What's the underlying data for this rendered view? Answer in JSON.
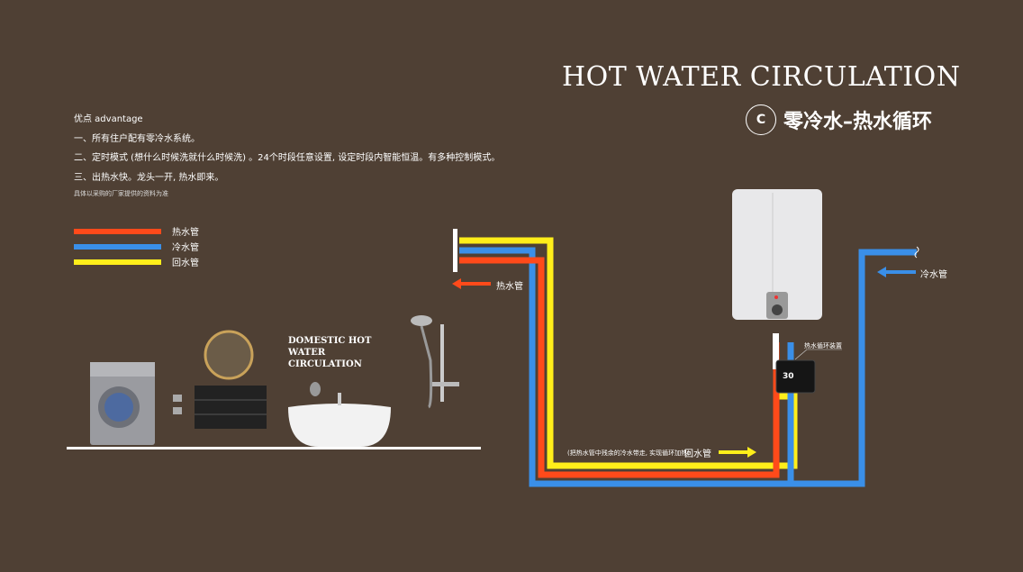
{
  "header": {
    "title": "HOT WATER CIRCULATION",
    "subtitle": "零冷水–热水循环",
    "logo_letter": "C"
  },
  "advantages": {
    "heading": "优点 advantage",
    "items": [
      "一、所有住户配有零冷水系统。",
      "二、定时模式 (想什么时候洗就什么时候洗) 。24个时段任意设置, 设定时段内智能恒温。有多种控制模式。",
      "三、出热水快。龙头一开, 热水即来。"
    ],
    "note": "具体以采购的厂家提供的资料为准"
  },
  "legend": [
    {
      "label": "热水管",
      "color": "#ff4a1a"
    },
    {
      "label": "冷水管",
      "color": "#3a8fe8"
    },
    {
      "label": "回水管",
      "color": "#ffee1a"
    }
  ],
  "diagram": {
    "domestic_label": [
      "DOMESTIC HOT",
      "WATER",
      "CIRCULATION"
    ],
    "hot_pipe_label": "热水管",
    "cold_pipe_label": "冷水管",
    "device_label": "热水循环装置",
    "return_note": "(把热水管中残余的冷水带走, 实现循环加热)",
    "return_label": "回水管",
    "device_temp": "30"
  }
}
